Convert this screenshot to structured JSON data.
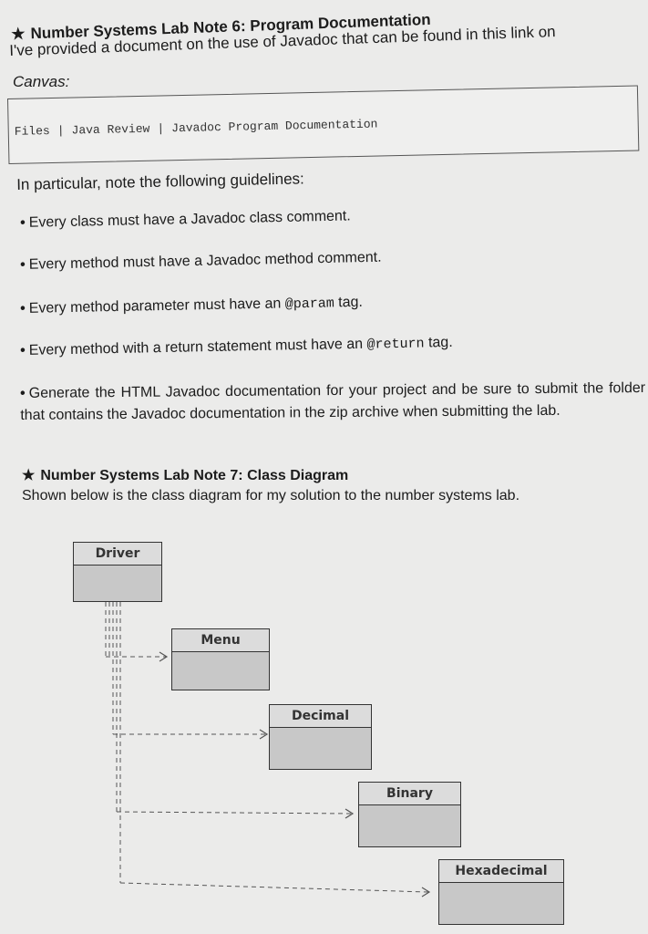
{
  "note6": {
    "star": "★",
    "title": "Number Systems Lab Note 6: Program Documentation",
    "intro_line1": "I've provided a document on the use of Javadoc that can be found in this link on",
    "intro_line2": "Canvas:"
  },
  "path": {
    "segments": [
      "Files",
      "Java Review",
      "Javadoc Program Documentation"
    ],
    "separator": "|"
  },
  "guidelines": {
    "lead": "In particular, note the following guidelines:",
    "bullet": "•",
    "items": [
      {
        "text": "Every class must have a Javadoc class comment."
      },
      {
        "text": "Every method must have a Javadoc method comment."
      },
      {
        "before": "Every method parameter must have an ",
        "code": "@param",
        "after": " tag."
      },
      {
        "before": "Every method with a return statement must have an ",
        "code": "@return",
        "after": " tag."
      }
    ],
    "last_bullet": "Generate the HTML Javadoc documentation for your project and be sure to submit the folder that contains the Javadoc documentation in the zip archive when submitting the lab."
  },
  "note7": {
    "star": "★",
    "title": "Number Systems Lab Note 7: Class Diagram",
    "lead": "Shown below is the class diagram for my solution to the number systems lab."
  },
  "diagram": {
    "classes": [
      "Driver",
      "Menu",
      "Decimal",
      "Binary",
      "Hexadecimal"
    ]
  }
}
